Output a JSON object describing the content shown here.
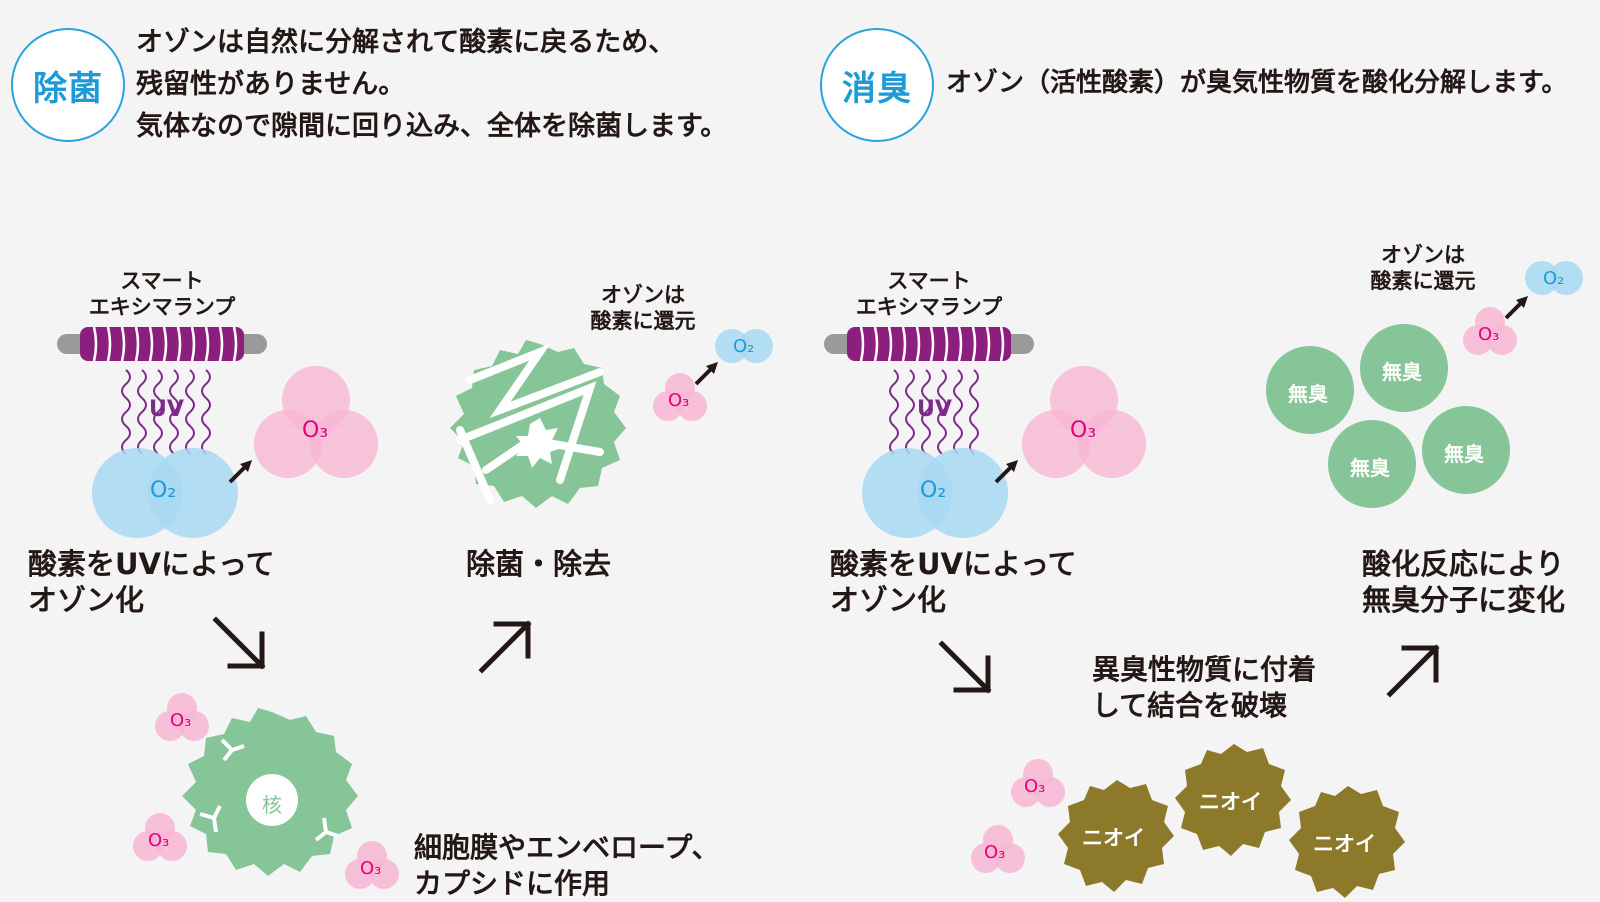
{
  "left": {
    "badge": "除菌",
    "intro": [
      "オゾンは自然に分解されて酸素に戻るため、",
      "残留性がありません。",
      "気体なので隙間に回り込み、全体を除菌します。"
    ],
    "lamp_label": [
      "スマート",
      "エキシマランプ"
    ],
    "uv": "UV",
    "o2": "O₂",
    "o3": "O₃",
    "step1": [
      "酸素をUVによって",
      "オゾン化"
    ],
    "step2": [
      "細胞膜やエンベロープ、",
      "カプシドに作用"
    ],
    "nucleus": "核",
    "step3": "除菌・除去",
    "return_label": [
      "オゾンは",
      "酸素に還元"
    ]
  },
  "right": {
    "badge": "消臭",
    "intro": "オゾン（活性酸素）が臭気性物質を酸化分解します。",
    "lamp_label": [
      "スマート",
      "エキシマランプ"
    ],
    "uv": "UV",
    "o2": "O₂",
    "o3": "O₃",
    "step1": [
      "酸素をUVによって",
      "オゾン化"
    ],
    "step2": [
      "異臭性物質に付着",
      "して結合を破壊"
    ],
    "odor": [
      "ニオイ",
      "ニオイ",
      "ニオイ"
    ],
    "odorless": [
      "無臭",
      "無臭",
      "無臭",
      "無臭"
    ],
    "step3": [
      "酸化反応により",
      "無臭分子に変化"
    ],
    "return_label": [
      "オゾンは",
      "酸素に還元"
    ]
  },
  "colors": {
    "badge_blue": "#29a3dc",
    "o2_blue": "#a7d8f2",
    "o3_pink": "#f7b6d2",
    "o3_text": "#e4007f",
    "green": "#85c597",
    "odor_olive": "#8c7a2a",
    "lamp_purple": "#8b1f7d",
    "uv_purple": "#7d2a8a"
  }
}
